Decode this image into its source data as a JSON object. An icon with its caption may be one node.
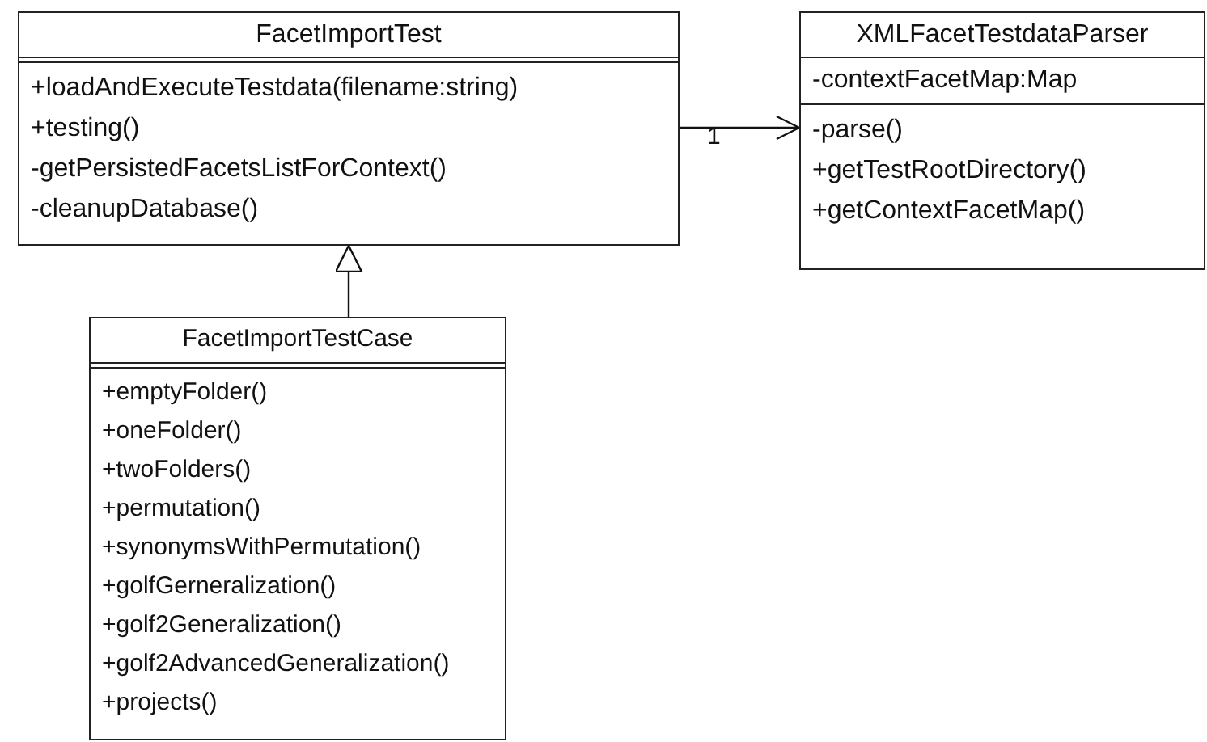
{
  "diagram": {
    "nodes": [
      {
        "text": [
          "FacetImportTest",
          "+loadAndExecuteTestdata(filename:string)",
          "+testing()",
          "-getPersistedFacetsListForContext()",
          "-cleanupDatabase()"
        ]
      },
      {
        "text": [
          "XMLFacetTestdataParser",
          "-contextFacetMap:Map",
          "-parse()",
          "+getTestRootDirectory()",
          "+getContextFacetMap()"
        ]
      },
      {
        "text": [
          "FacetImportTestCase",
          "+emptyFolder()",
          "+oneFolder()",
          "+twoFolders()",
          "+permutation()",
          "+synonymsWithPermutation()",
          "+golfGerneralization()",
          "+golf2Generalization()",
          "+golf2AdvancedGeneralization()",
          "+projects()"
        ]
      }
    ],
    "edges": [
      {
        "from": 0,
        "to": 1,
        "arrow": "to",
        "label": "1"
      },
      {
        "from": 2,
        "to": 0,
        "arrow": "to"
      }
    ]
  }
}
